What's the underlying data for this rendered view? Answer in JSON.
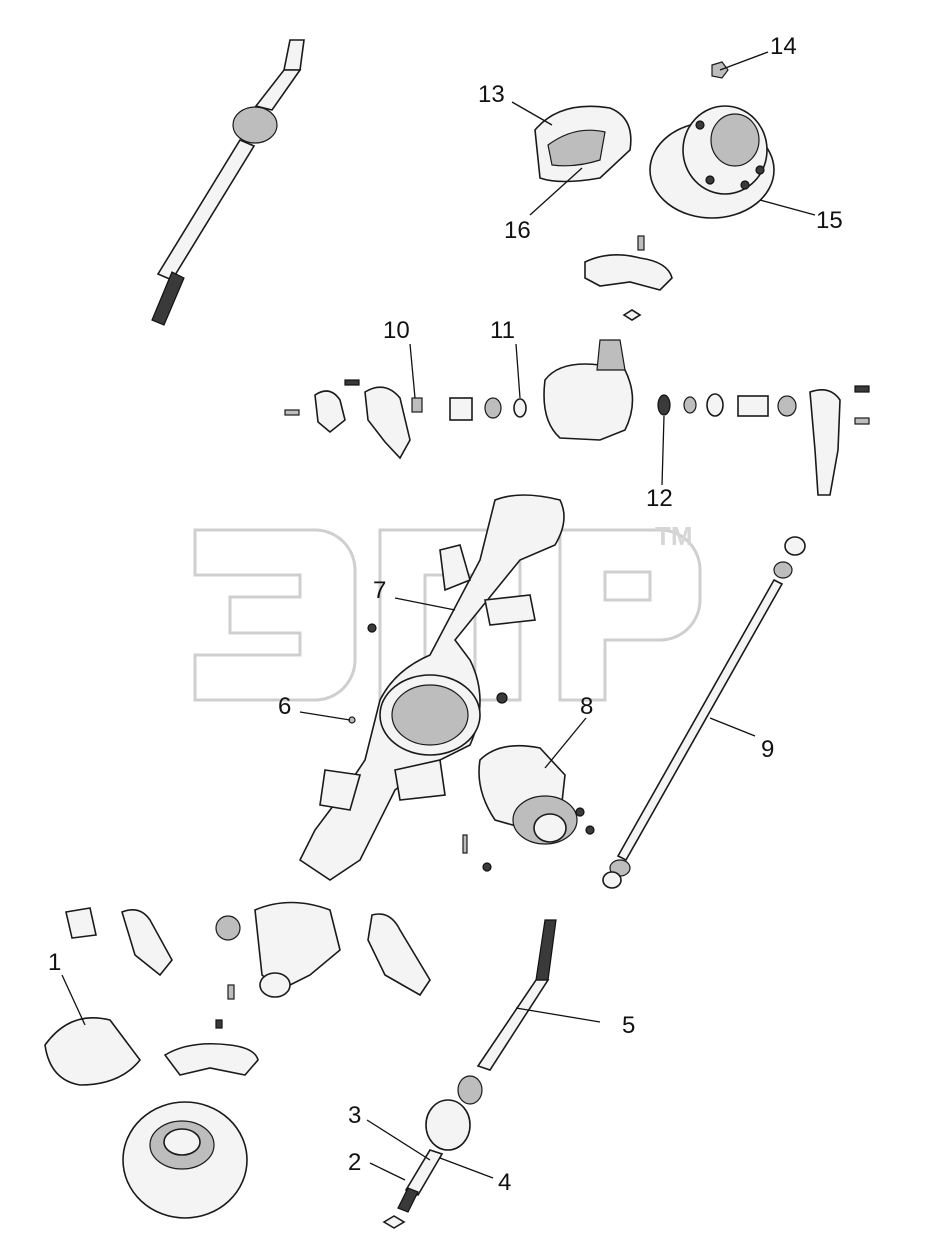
{
  "watermark": {
    "trademark": "TM"
  },
  "callouts": [
    {
      "id": "1",
      "label": "1"
    },
    {
      "id": "2",
      "label": "2"
    },
    {
      "id": "3",
      "label": "3"
    },
    {
      "id": "4",
      "label": "4"
    },
    {
      "id": "5",
      "label": "5"
    },
    {
      "id": "6",
      "label": "6"
    },
    {
      "id": "7",
      "label": "7"
    },
    {
      "id": "8",
      "label": "8"
    },
    {
      "id": "9",
      "label": "9"
    },
    {
      "id": "10",
      "label": "10"
    },
    {
      "id": "11",
      "label": "11"
    },
    {
      "id": "12",
      "label": "12"
    },
    {
      "id": "13",
      "label": "13"
    },
    {
      "id": "14",
      "label": "14"
    },
    {
      "id": "15",
      "label": "15"
    },
    {
      "id": "16",
      "label": "16"
    }
  ]
}
